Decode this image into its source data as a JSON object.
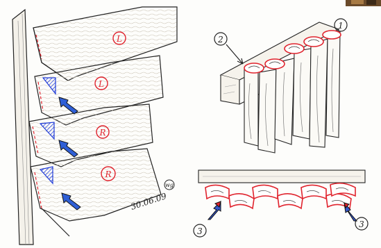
{
  "left_figure": {
    "board_labels": [
      "L",
      "L",
      "R",
      "R"
    ],
    "date": "30.06.09",
    "signature": "wg",
    "colors": {
      "label_ring": "#e0232d",
      "marker": "#1f3bd8",
      "arrow": "#2f5fd6"
    }
  },
  "right_top_figure": {
    "callouts": [
      "1",
      "2"
    ]
  },
  "right_bottom_figure": {
    "callouts": [
      "3",
      "3"
    ],
    "colors": {
      "outline": "#e0232d",
      "arrow_fill": "#3557c8",
      "arrow_tip": "#e0232d"
    }
  },
  "photo_corner": {
    "icon": "photo-thumbnail"
  }
}
